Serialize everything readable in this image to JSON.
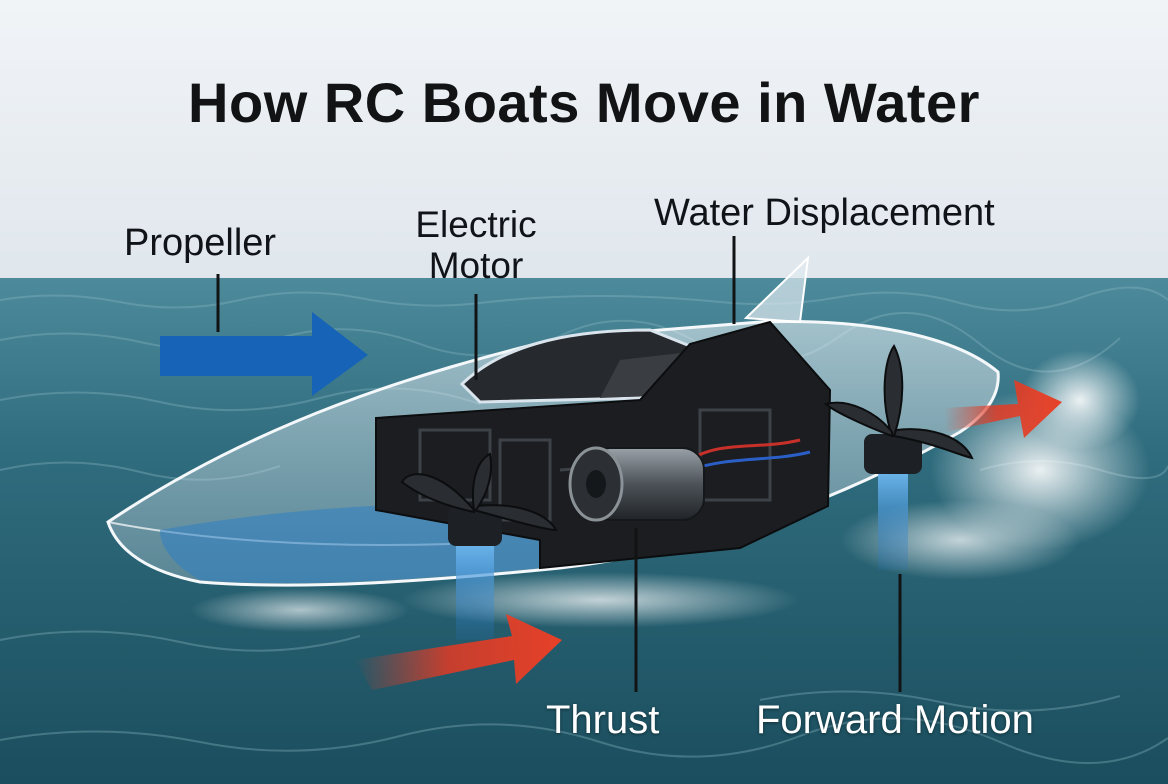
{
  "title": "How RC Boats Move in Water",
  "labels": {
    "propeller": "Propeller",
    "electric_motor": "Electric Motor",
    "water_displacement": "Water Displacement",
    "thrust": "Thrust",
    "forward_motion": "Forward Motion"
  },
  "colors": {
    "sky": "#e8edf1",
    "sea_far": "#3f7e8f",
    "sea_near": "#1f5666",
    "hull_glass": "#d9e6ee",
    "internals": "#1b1d20",
    "water_jet": "#3a8fd6",
    "arrow_blue": "#1663b8",
    "arrow_red": "#e23a24",
    "text": "#101418"
  },
  "icons": [
    "rc-boat-illustration",
    "propeller-icon",
    "electric-motor-icon",
    "arrow-icon"
  ]
}
